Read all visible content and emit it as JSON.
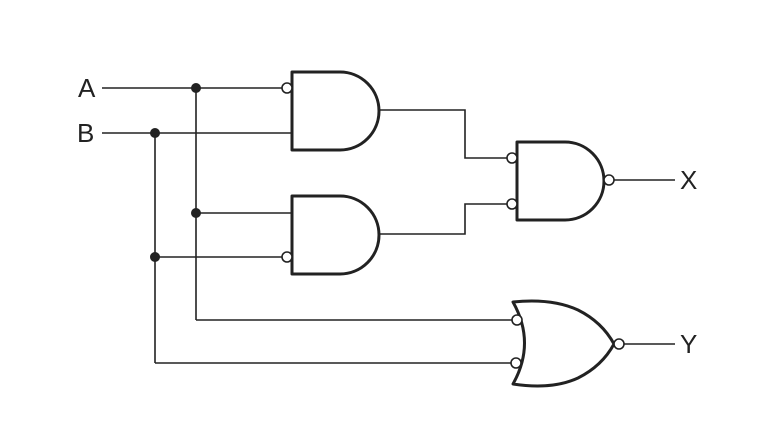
{
  "inputs": {
    "a": "A",
    "b": "B"
  },
  "outputs": {
    "x": "X",
    "y": "Y"
  },
  "gates": [
    {
      "name": "and-gate-1",
      "type": "AND",
      "inverted_inputs": 1
    },
    {
      "name": "and-gate-2",
      "type": "AND",
      "inverted_inputs": 1
    },
    {
      "name": "nand-gate",
      "type": "NAND",
      "inverted_inputs": 2
    },
    {
      "name": "nor-gate",
      "type": "NOR",
      "inverted_inputs": 2
    }
  ],
  "colors": {
    "line": "#222222",
    "background": "#ffffff"
  }
}
